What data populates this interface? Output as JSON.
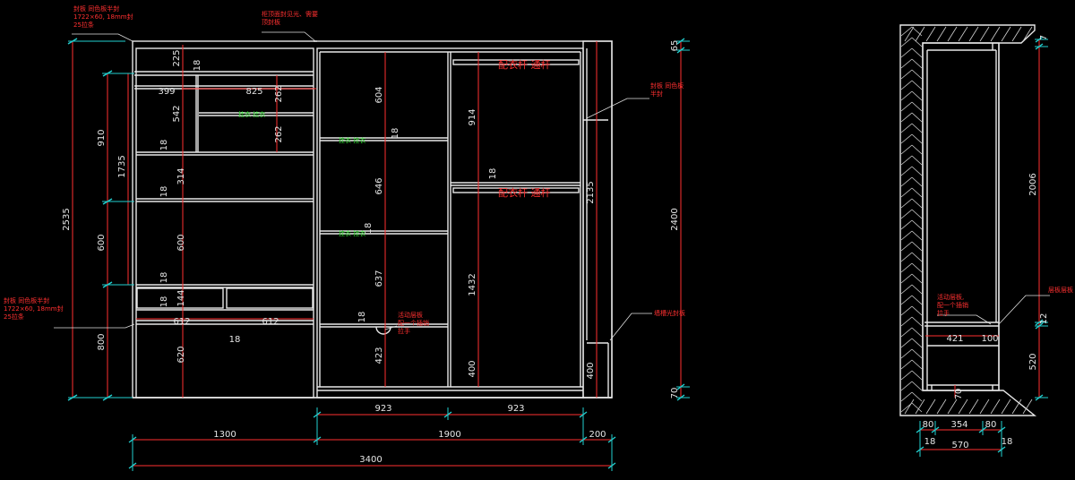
{
  "colors": {
    "background": "#000000",
    "line": "#e8e8e8",
    "dimension": "#ff3030",
    "extension": "#22d0d0",
    "note": "#ff3030",
    "hanger_label": "#30e030"
  },
  "front": {
    "overall_dims": {
      "total": "3400",
      "left_bay": "1300",
      "middle_bay": "1900",
      "right_bay": "200",
      "door_left": "923",
      "door_right": "923"
    },
    "height_dims": {
      "total_left": "2535",
      "upper": "910",
      "lower_upper": "600",
      "lower": "800",
      "mid": "1735",
      "right_total": "2135",
      "right_panel": "2400",
      "base": "70",
      "top_cap": "65"
    },
    "left_cabinet": {
      "top_shelf": "225",
      "top_shelf_thk": "18",
      "w_left": "399",
      "w_right": "825",
      "w_right_b": "262",
      "w_inner": "542",
      "w_inner_b": "262",
      "s1": "18",
      "s2": "314",
      "s3": "18",
      "s4": "600",
      "s5": "18",
      "s6": "144",
      "drawer_left": "612",
      "drawer_right": "612",
      "drawer_thk": "18",
      "bottom": "620"
    },
    "middle_cabinet": {
      "upper": "604",
      "mid_a": "646",
      "mid_b": "637",
      "small": "18",
      "hang_top": "914",
      "hang_gap": "18",
      "hang_long": "1432",
      "bottom_left": "423",
      "bottom_right": "400",
      "right_low": "400",
      "thk1": "18",
      "thk2": "18",
      "thk3": "18"
    },
    "notes": {
      "top_left": "封板 同色板半封\n1722×60, 18mm封\n25拉条",
      "top_mid": "柜顶面封见光、需要\n顶封板",
      "left_mid": "封板 同色板半封\n1722×60, 18mm封\n25拉条",
      "right_top": "封板 同色板\n半封",
      "right_low": "墙槽光封板",
      "hanger": "配衣杆 通杆",
      "hanger2": "配衣杆 通杆",
      "drawer_note": "活动层板\n配一个插销\n拉手",
      "green1": "挂衣 挂衣",
      "green2": "挂衣 挂衣",
      "green3": "挂衣 挂衣"
    }
  },
  "side": {
    "height_total": "2006",
    "top": "7",
    "mid_gap": "12",
    "bottom": "520",
    "base": "70",
    "w_421": "421",
    "w_100": "100",
    "bottom_parts": {
      "a": "80",
      "b": "354",
      "c": "80",
      "d": "18",
      "e": "570",
      "f": "18"
    },
    "note_left": "活动层板,\n配一个插销\n拉手",
    "note_right": "层板层板"
  }
}
